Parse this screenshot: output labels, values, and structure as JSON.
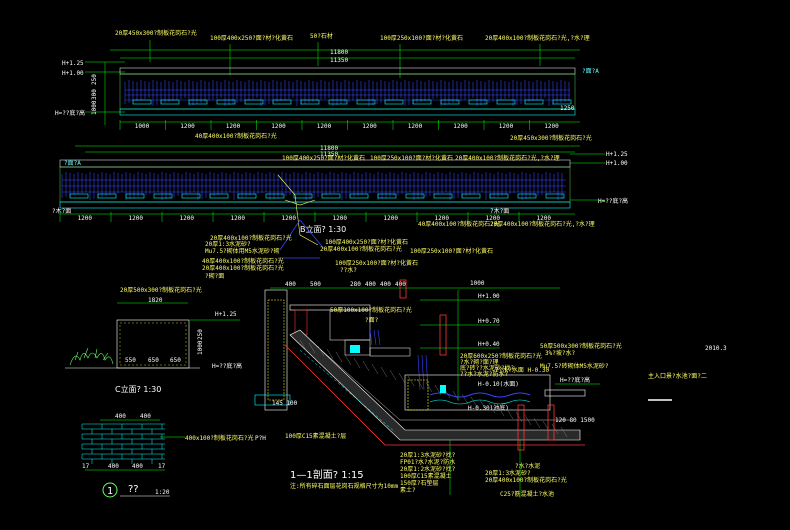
{
  "drawing": {
    "colors": {
      "background": "#000000",
      "dim": "#00ff00",
      "text_y": "#ffff66",
      "text_w": "#ffffff",
      "cyan": "#00ffff",
      "blue": "#3344ff",
      "red": "#ff3333",
      "white": "#ffffff",
      "yellow": "#ffff00"
    },
    "top_elev": {
      "notes": [
        "20厚450x300?制板花岗石?光",
        "100厚400x250?面?材?化黄石",
        "50?石材",
        "100厚250x100?面?材?化黄石",
        "20厚400x100?制板花岗石?光,?水?理"
      ],
      "dims_top": [
        "11800",
        "11350"
      ],
      "levels": [
        "H+1.25",
        "H+1.00",
        "H=??底?高"
      ],
      "tag_a": "?面?A",
      "bottom_dims": [
        "1000",
        "1200",
        "1200",
        "1200",
        "1200",
        "1200",
        "1200",
        "1200",
        "1200",
        "1200"
      ],
      "bottom_note": "40厚400x100?制板花岗石?光",
      "left_vert": [
        "250",
        "300",
        "1000"
      ],
      "right_dim": "1250"
    },
    "mid_elev": {
      "top_note": "20厚450x300?制板花岗石?光",
      "dims_top": [
        "11800",
        "11350"
      ],
      "notes": [
        "100厚400x250?面?材?化黄石",
        "100厚250x100?面?材?化黄石",
        "20厚400x100?制板花岗石?光,?水?理"
      ],
      "levels": [
        "H+1.25",
        "H+1.00",
        "H=??底?高"
      ],
      "tag": "?面?A",
      "bottom_dims": [
        "1200",
        "1200",
        "1200",
        "1200",
        "1200",
        "1200",
        "1200",
        "1200",
        "1200",
        "1200"
      ],
      "bottom_labels": [
        "?木?面",
        "?木?面"
      ],
      "bottom_notes": [
        "40厚400x100?制板花岗石?光",
        "20厚400x100?制板花岗石?光,?水?理"
      ]
    },
    "b_title": "B立面?  1:30",
    "section": {
      "left_notes": [
        "20厚400x100?制板花岗石?光",
        "20厚1:3水泥砂?",
        "Mu7.5?砌体用M5水泥砂?砌",
        "40厚400x100?制板花岗石?光",
        "20厚400x100?制板花岗石?光",
        "?砌?面"
      ],
      "top_notes": [
        "100厚400x250?面?材?化黄石",
        "20厚400x100?制板花岗石?光",
        "100厚250x100?面?材?化黄石",
        "100厚250x100?面?材?化黄石",
        "??水?"
      ],
      "top_dims": [
        "400",
        "500",
        "280",
        "400",
        "400",
        "400",
        "1000"
      ],
      "mid_note": "50厚100x100?制板花岗石?光",
      "pipe_label": "?面?",
      "levels": [
        "H+1.00",
        "H+0.70",
        "H+0.40",
        "H-0.10(水面)",
        "H-0.30(池底)",
        "H=??底?高"
      ],
      "right_notes": [
        "20厚600x250?制板花岗石?光",
        "?水?砌?面?理",
        "底?砖??水泥砂?找?",
        "??水?水泥?防水?",
        "50厚500x300?制板花岗石?光",
        "3%?坡?水?",
        "Mu7.5?砖砌体M5水泥砂?"
      ],
      "water_note": "??水?水面  H-0.30",
      "bottom_left": "100厚C15素混凝土?层",
      "bottom_notes_1": [
        "20厚1:3水泥砂?找?",
        "FP01?水?水泥?防水",
        "20厚1:2水泥砂?找?",
        "100厚C15素混凝土",
        "150厚?石垫层",
        "素土?"
      ],
      "bottom_notes_2": [
        "?水?水泥",
        "20厚1:3水泥砂?",
        "20厚400x100?制板花岗石?光",
        "C25?筋混凝土?水池"
      ],
      "right_dim": "120 80 1500",
      "title": "1—1剖面?  1:15",
      "subnote": "注:所有碎石面层花岗石规格尺寸为10mm"
    },
    "c_elev": {
      "note": "20厚500x300?制板花岗石?光",
      "top_dim": "1820",
      "levels": [
        "H+1.25",
        "H=??底?高"
      ],
      "bottom_dims": [
        "550",
        "650",
        "650"
      ],
      "right_dims": [
        "250",
        "1000"
      ],
      "title": "C立面?   1:30"
    },
    "detail": {
      "top_dims": [
        "400",
        "400"
      ],
      "note": "400x100?制板花岗石?光",
      "mark": "P?H",
      "bottom_dims": [
        "17",
        "400",
        "400",
        "17"
      ],
      "num": "1",
      "title": "??",
      "scale": "1:20"
    },
    "title_block": {
      "date": "2010.3",
      "title": "主入口景?水池?面?二"
    }
  }
}
